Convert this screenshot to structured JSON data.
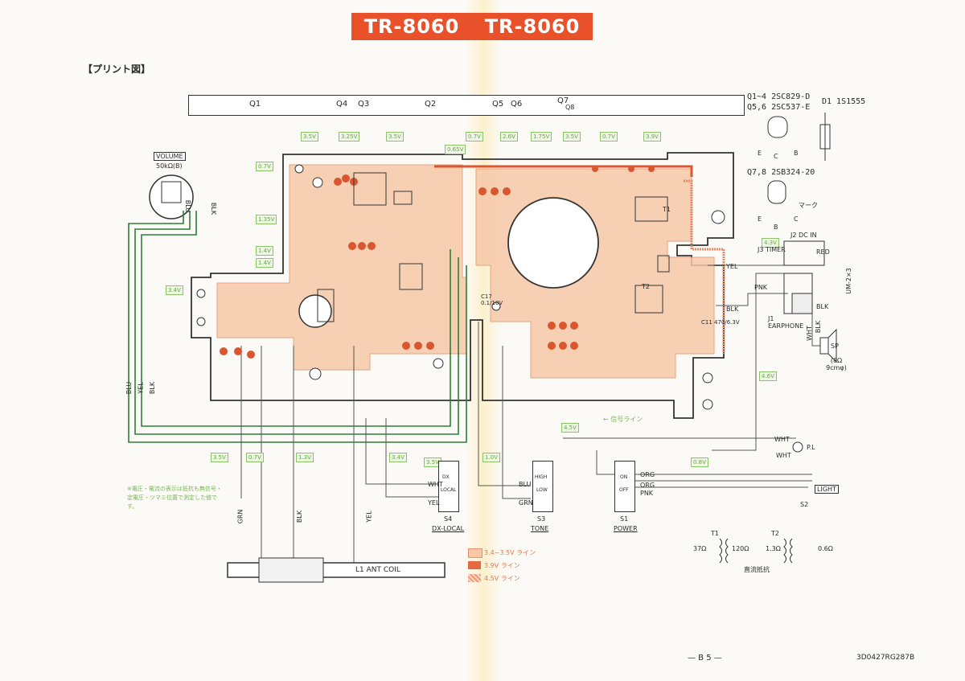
{
  "header": {
    "title_left": "TR-8060",
    "title_right": "TR-8060",
    "section_label": "【プリント図】"
  },
  "transistor_bar": {
    "labels": [
      "Q1",
      "Q4",
      "Q3",
      "Q2",
      "Q5",
      "Q6",
      "Q7",
      "Q8"
    ]
  },
  "parts_spec": {
    "q1_4": "Q1~4 2SC829-D",
    "q5_6": "Q5,6 2SC537-E",
    "d1": "D1 1S1555",
    "q7_8": "Q7,8 2SB324-20",
    "mark_label": "マーク",
    "pin_e": "E",
    "pin_c": "C",
    "pin_b": "B"
  },
  "volume": {
    "title": "VOLUME",
    "value": "50kΩ(B)"
  },
  "voltage_tags": [
    "3.5V",
    "3.25V",
    "3.5V",
    "0.7V",
    "1.35V",
    "1.4V",
    "1.4V",
    "3.4V",
    "0.65V",
    "0.7V",
    "2.6V",
    "1.75V",
    "3.5V",
    "0.7V",
    "3.9V",
    "4.3V",
    "4.6V",
    "4.5V",
    "3.5V",
    "0.7V",
    "1.3V",
    "3.4V",
    "3.5V",
    "1.0V",
    "0.8V"
  ],
  "wire_labels": {
    "blu": "BLU",
    "yel": "YEL",
    "blk": "BLK",
    "grn": "GRN",
    "wht": "WHT",
    "red": "RED",
    "pnk": "PNK",
    "org": "ORG"
  },
  "jacks": {
    "j2": "J2 DC IN",
    "j3": "J3 TIMER",
    "j1": "J1 EARPHONE",
    "um": "UM-2×3",
    "sp": "SP",
    "sp_spec": "(8Ω 9cmφ)"
  },
  "misc": {
    "pl": "P.L",
    "light": "LIGHT",
    "s2": "S2",
    "ant_coil": "L1  ANT COIL",
    "signal_line": "← 信号ライン",
    "c17": "C17 0.1/10V",
    "c11": "C11 470/6.3V",
    "t1": "T1",
    "t2": "T2"
  },
  "switches": [
    {
      "id": "s4",
      "caption": "S4",
      "name": "DX-LOCAL",
      "top": "DX",
      "bottom": "LOCAL",
      "wire_a": "WHT",
      "wire_b": "YEL"
    },
    {
      "id": "s3",
      "caption": "S3",
      "name": "TONE",
      "top": "HIGH",
      "bottom": "LOW",
      "wire_a": "BLU",
      "wire_b": "GRN"
    },
    {
      "id": "s1",
      "caption": "S1",
      "name": "POWER",
      "top": "ON",
      "bottom": "OFF",
      "wire_a": "ORG",
      "wire_b": "PNK"
    }
  ],
  "transformers": {
    "t1_left": "37Ω",
    "t1_right": "120Ω",
    "t2_left": "1.3Ω",
    "t2_right": "0.6Ω",
    "caption": "直流抵抗"
  },
  "legend": [
    {
      "label": "3.4~3.5V ライン",
      "color": "#f6c7a8"
    },
    {
      "label": "3.9V ライン",
      "color": "#e56a43"
    },
    {
      "label": "4.5V ライン",
      "color": "#ee9a78"
    }
  ],
  "note": "※電圧・電流の表示は抵抗も無信号・定電圧・ツマミ位置で測定した値です。",
  "footer": {
    "page": "— B 5 —",
    "doc_code": "3D0427RG287B"
  }
}
